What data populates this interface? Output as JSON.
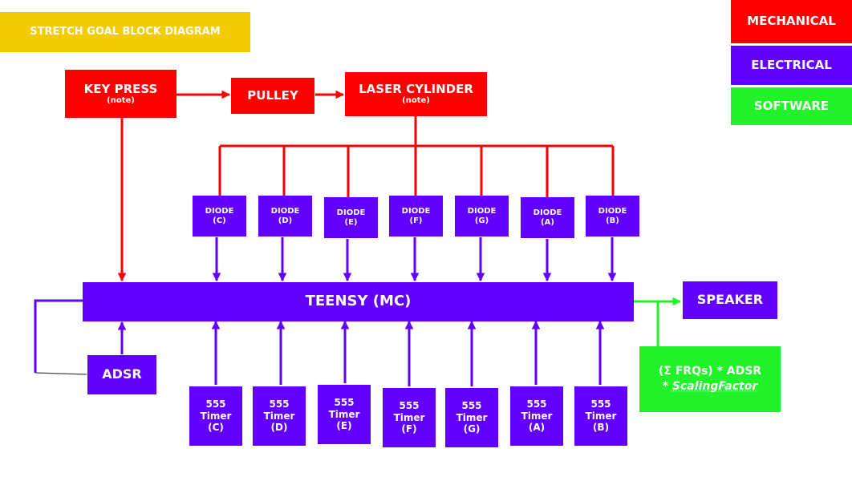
{
  "title": "STRETCH GOAL BLOCK DIAGRAM",
  "legend": {
    "mechanical": "MECHANICAL",
    "electrical": "ELECTRICAL",
    "software": "SOFTWARE"
  },
  "mechanical": {
    "key_press": {
      "label": "KEY PRESS",
      "note": "(note)"
    },
    "pulley": "PULLEY",
    "laser_cylinder": {
      "label": "LASER CYLINDER",
      "note": "(note)"
    }
  },
  "diodes": [
    {
      "label": "DIODE",
      "note": "(C)"
    },
    {
      "label": "DIODE",
      "note": "(D)"
    },
    {
      "label": "DIODE",
      "note": "(E)"
    },
    {
      "label": "DIODE",
      "note": "(F)"
    },
    {
      "label": "DIODE",
      "note": "(G)"
    },
    {
      "label": "DIODE",
      "note": "(A)"
    },
    {
      "label": "DIODE",
      "note": "(B)"
    }
  ],
  "teensy": "TEENSY (MC)",
  "speaker": "SPEAKER",
  "adsr": "ADSR",
  "timers": [
    {
      "line1": "555",
      "line2": "Timer",
      "note": "(C)"
    },
    {
      "line1": "555",
      "line2": "Timer",
      "note": "(D)"
    },
    {
      "line1": "555",
      "line2": "Timer",
      "note": "(E)"
    },
    {
      "line1": "555",
      "line2": "Timer",
      "note": "(F)"
    },
    {
      "line1": "555",
      "line2": "Timer",
      "note": "(G)"
    },
    {
      "line1": "555",
      "line2": "Timer",
      "note": "(A)"
    },
    {
      "line1": "555",
      "line2": "Timer",
      "note": "(B)"
    }
  ],
  "formula": {
    "line1": "(Σ FRQs) * ADSR",
    "prefix": "* ",
    "italic": "ScalingFactor"
  },
  "colors": {
    "mechanical": "#ff0000",
    "electrical": "#6200ff",
    "software": "#22f22a",
    "title": "#f2cc00"
  }
}
